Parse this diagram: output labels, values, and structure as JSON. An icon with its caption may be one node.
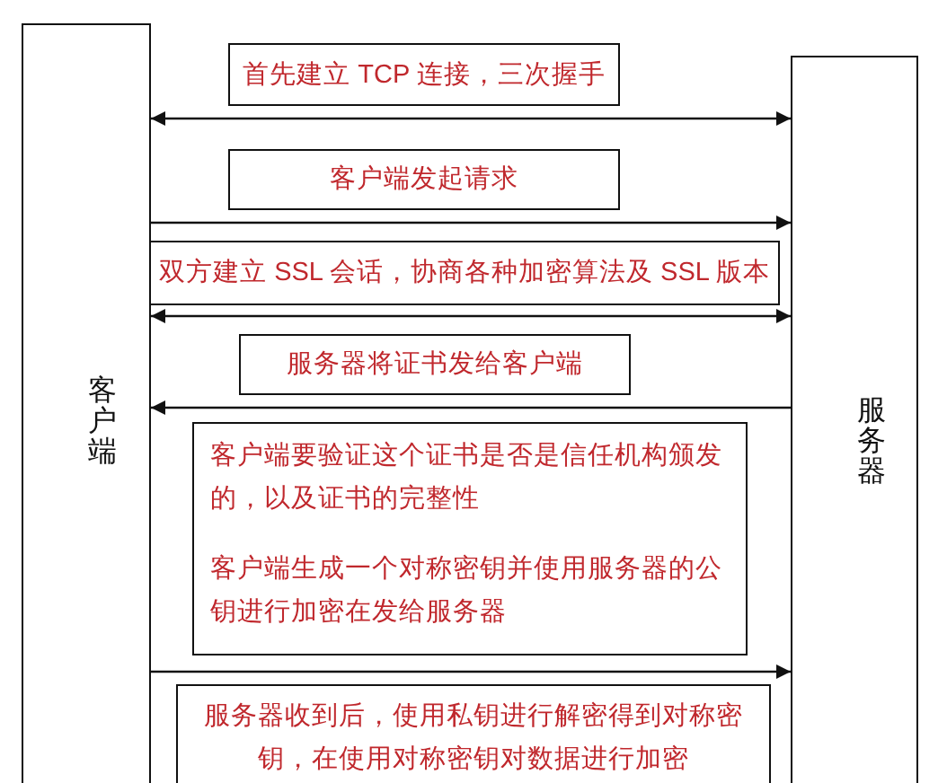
{
  "diagram": {
    "nodes": [
      {
        "text": [
          "客户端"
        ]
      },
      {
        "text": [
          "服务器"
        ]
      },
      {
        "text": [
          "首先建立 TCP 连接，三次握手"
        ]
      },
      {
        "text": [
          "客户端发起请求"
        ]
      },
      {
        "text": [
          "双方建立 SSL 会话，协商各种加密算法及 SSL 版本"
        ]
      },
      {
        "text": [
          "服务器将证书发给客户端"
        ]
      },
      {
        "text": [
          "客户端要验证这个证书是否是信任机构颁发的，以及证书的完整性",
          "客户端生成一个对称密钥并使用服务器的公钥进行加密在发给服务器"
        ]
      },
      {
        "text": [
          "服务器收到后，使用私钥进行解密得到对称密钥，在使用对称密钥对数据进行加密"
        ]
      }
    ],
    "edges": [
      {
        "from": 0,
        "to": 1,
        "arrow": "both"
      },
      {
        "from": 0,
        "to": 1,
        "arrow": "to"
      },
      {
        "from": 0,
        "to": 1,
        "arrow": "both"
      },
      {
        "from": 1,
        "to": 0,
        "arrow": "to"
      },
      {
        "from": 0,
        "to": 1,
        "arrow": "to"
      }
    ]
  }
}
